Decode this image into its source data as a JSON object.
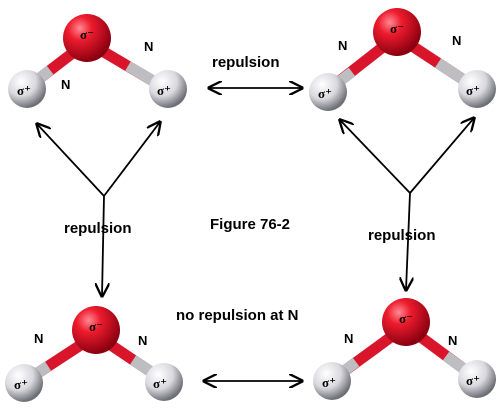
{
  "labels": {
    "repulsion_top": "repulsion",
    "repulsion_left": "repulsion",
    "repulsion_right": "repulsion",
    "figure_caption": "Figure 76-2",
    "no_repulsion": "no repulsion at N"
  },
  "molecules": [
    {
      "id": "top-left",
      "o_charge": "σ⁻",
      "h_left_charge": "σ⁺",
      "h_right_charge": "σ⁺",
      "n_left": "N",
      "n_right": "N"
    },
    {
      "id": "top-right",
      "o_charge": "σ⁻",
      "h_left_charge": "σ⁺",
      "h_right_charge": "σ⁺",
      "n_left": "N",
      "n_right": "N"
    },
    {
      "id": "bottom-left",
      "o_charge": "σ⁻",
      "h_left_charge": "σ⁺",
      "h_right_charge": "σ⁺",
      "n_left": "N",
      "n_right": "N"
    },
    {
      "id": "bottom-right",
      "o_charge": "σ⁻",
      "h_left_charge": "σ⁺",
      "h_right_charge": "σ⁺",
      "n_left": "N",
      "n_right": "N"
    }
  ],
  "colors": {
    "oxygen": "#e8102a",
    "hydrogen": "#e6e6ea",
    "bond_red": "#d8152a",
    "bond_grey": "#bdbdc2",
    "arrow": "#000000"
  }
}
